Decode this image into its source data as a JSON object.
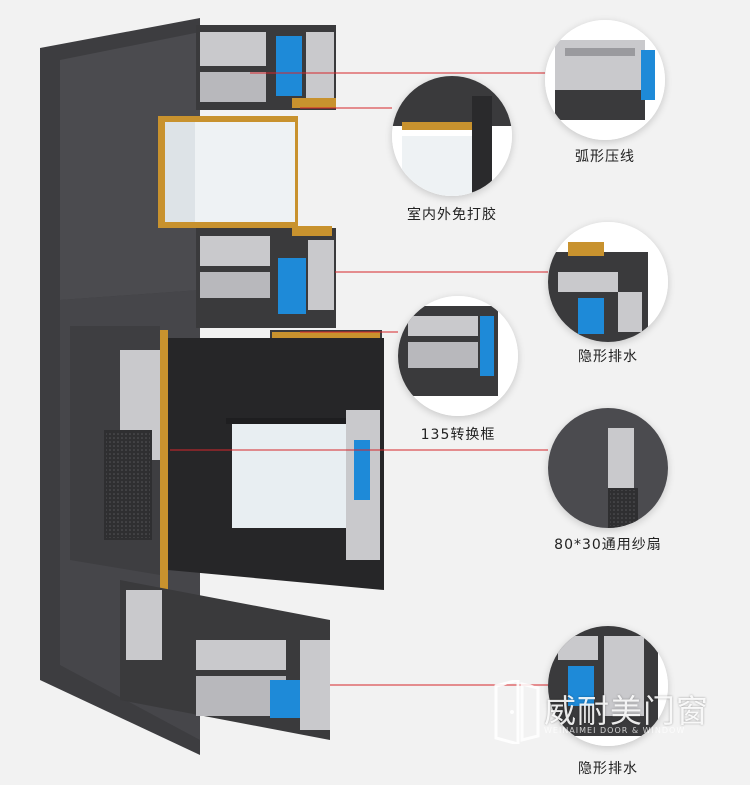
{
  "labels": {
    "arc_bead": "弧形压线",
    "indoor_outdoor_glue_free": "室内外免打胶",
    "hidden_drainage_1": "隐形排水",
    "transfer_frame_135": "135转换框",
    "universal_screen_sash": "80*30通用纱扇",
    "hidden_drainage_2": "隐形排水"
  },
  "watermark": {
    "text": "威耐美门窗",
    "subtext": "WEINAIMEI DOOR & WINDOW"
  },
  "colors": {
    "background": "#f2f2f2",
    "profile_dark": "#3a3a3c",
    "profile_mid": "#4a4a4d",
    "aluminum": "#c9c9cc",
    "gold_gasket": "#c8922e",
    "blue_strip": "#1e8ad8",
    "pointer_line": "#d6262b",
    "glass": "#e8eef2"
  }
}
